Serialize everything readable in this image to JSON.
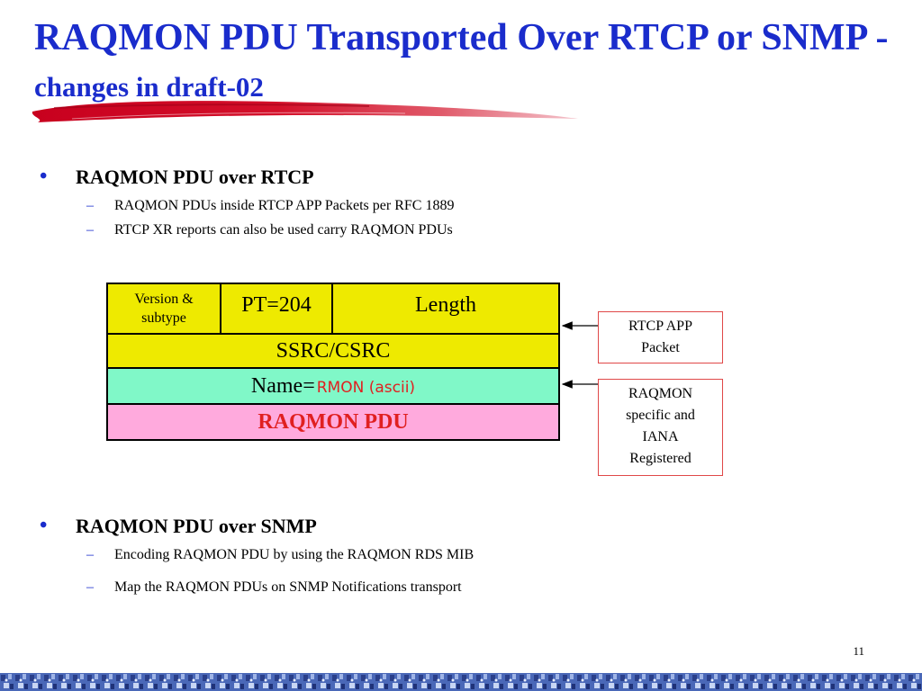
{
  "slide": {
    "title_main": "RAQMON PDU Transported Over RTCP or SNMP - ",
    "title_sub": "changes in draft-02",
    "page_number": "11"
  },
  "bullets": [
    {
      "text": "RAQMON PDU over RTCP",
      "subitems": [
        "RAQMON PDUs inside RTCP APP Packets per RFC 1889",
        "RTCP XR reports can also be used carry RAQMON PDUs"
      ]
    },
    {
      "text": "RAQMON PDU over SNMP",
      "subitems": [
        "Encoding RAQMON PDU by using the RAQMON RDS MIB",
        "Map the RAQMON PDUs on SNMP Notifications transport"
      ]
    }
  ],
  "pdu_diagram": {
    "version_line1": "Version &",
    "version_line2": "subtype",
    "pt": "PT=204",
    "length": "Length",
    "ssrc": "SSRC/CSRC",
    "name_prefix": "Name=",
    "name_value": "RMON (ascii)",
    "raqmon_pdu": "RAQMON PDU"
  },
  "callouts": {
    "rtcp_app": [
      "RTCP APP",
      "Packet"
    ],
    "raqmon_specific": [
      "RAQMON",
      "specific  and",
      "IANA",
      "Registered"
    ]
  },
  "colors": {
    "title_blue": "#1a2ccc",
    "yellow": "#eeea00",
    "green": "#80f8c8",
    "pink": "#ffaadd",
    "red_text": "#e02020",
    "callout_border": "#e04848"
  }
}
